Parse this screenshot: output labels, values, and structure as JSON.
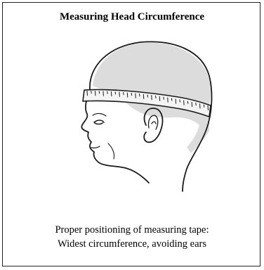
{
  "figure": {
    "title": "Measuring Head Circumference",
    "caption": {
      "line1": "Proper positioning of measuring tape:",
      "line2": "Widest circumference, avoiding ears"
    },
    "illustration": {
      "subject": "infant-head-profile",
      "tape": "measuring-tape",
      "colors": {
        "outline": "#1a1a1a",
        "hair_shading": "#dcdcdc",
        "tape_fill": "#f4f4f4"
      }
    }
  }
}
